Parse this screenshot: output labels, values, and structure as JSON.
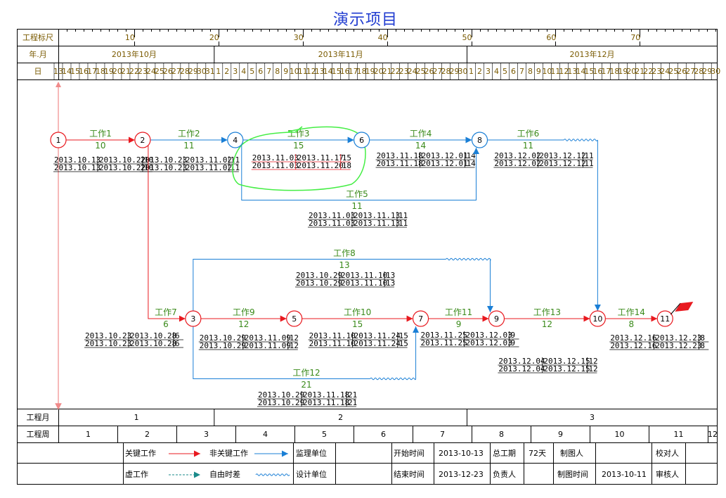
{
  "title": "演示项目",
  "header": {
    "scale_label": "工程标尺",
    "ym_label": "年.月",
    "day_label": "日",
    "scale_ticks": [
      "10",
      "20",
      "30",
      "40",
      "50",
      "60",
      "70"
    ],
    "months": [
      "2013年10月",
      "2013年11月",
      "2013年12月"
    ]
  },
  "footer": {
    "month_label": "工程月",
    "week_label": "工程周",
    "months": [
      "1",
      "2",
      "3"
    ],
    "weeks": [
      "1",
      "2",
      "3",
      "4",
      "5",
      "6",
      "7",
      "8",
      "9",
      "10",
      "11",
      "12"
    ]
  },
  "legend": {
    "critical": "关键工作",
    "noncritical": "非关键工作",
    "supervisor": "监理单位",
    "dummy": "虚工作",
    "freefloat": "自由时差",
    "designer": "设计单位",
    "start_label": "开始时间",
    "start_value": "2013-10-13",
    "end_label": "结束时间",
    "end_value": "2013-12-23",
    "duration_label": "总工期",
    "duration_value": "72天",
    "owner_label": "负责人",
    "drawer_label": "制图人",
    "drawtime_label": "制图时间",
    "drawtime_value": "2013-10-11",
    "checker_label": "校对人",
    "reviewer_label": "审核人"
  },
  "chart_data": {
    "type": "network",
    "start_date": "2013-10-13",
    "nodes": [
      {
        "id": "1",
        "day": 1,
        "row": 1,
        "critical": true
      },
      {
        "id": "2",
        "day": 11,
        "row": 1,
        "critical": true
      },
      {
        "id": "4",
        "day": 22,
        "row": 1,
        "critical": false
      },
      {
        "id": "6",
        "day": 37,
        "row": 1,
        "critical": false
      },
      {
        "id": "8",
        "day": 51,
        "row": 1,
        "critical": false
      },
      {
        "id": "3",
        "day": 17,
        "row": 2,
        "critical": true
      },
      {
        "id": "5",
        "day": 29,
        "row": 2,
        "critical": true
      },
      {
        "id": "7",
        "day": 44,
        "row": 2,
        "critical": true
      },
      {
        "id": "9",
        "day": 53,
        "row": 2,
        "critical": true
      },
      {
        "id": "10",
        "day": 65,
        "row": 2,
        "critical": true
      },
      {
        "id": "11",
        "day": 73,
        "row": 2,
        "critical": true
      }
    ],
    "tasks": [
      {
        "name": "工作1",
        "dur": "10",
        "from": "1",
        "to": "2",
        "critical": true,
        "d1": "2013.10.13",
        "d2": "2013.10.22",
        "d3": "10",
        "d4": "2013.10.13",
        "d5": "2013.10.22",
        "d6": "10"
      },
      {
        "name": "工作2",
        "dur": "11",
        "from": "2",
        "to": "4",
        "critical": false,
        "d1": "2013.10.23",
        "d2": "2013.11.02",
        "d3": "11",
        "d4": "2013.10.23",
        "d5": "2013.11.02",
        "d6": "11"
      },
      {
        "name": "工作3",
        "dur": "15",
        "from": "4",
        "to": "6",
        "critical": false,
        "d1": "2013.11.03",
        "d2": "2013.11.17",
        "d3": "15",
        "d4": "2013.11.03",
        "d5": "2013.11.20",
        "d6": "18"
      },
      {
        "name": "工作4",
        "dur": "14",
        "from": "6",
        "to": "8",
        "critical": false,
        "d1": "2013.11.18",
        "d2": "2013.12.01",
        "d3": "14",
        "d4": "2013.11.18",
        "d5": "2013.12.01",
        "d6": "14"
      },
      {
        "name": "工作5",
        "dur": "11",
        "from": "4",
        "to": "8",
        "critical": false,
        "d1": "2013.11.03",
        "d2": "2013.11.13",
        "d3": "11",
        "d4": "2013.11.03",
        "d5": "2013.11.13",
        "d6": "11"
      },
      {
        "name": "工作6",
        "dur": "11",
        "from": "8",
        "to": "10",
        "critical": false,
        "d1": "2013.12.02",
        "d2": "2013.12.12",
        "d3": "11",
        "d4": "2013.12.02",
        "d5": "2013.12.12",
        "d6": "11"
      },
      {
        "name": "工作7",
        "dur": "6",
        "from": "2",
        "to": "3",
        "critical": true,
        "d1": "2013.10.23",
        "d2": "2013.10.28",
        "d3": "6",
        "d4": "2013.10.23",
        "d5": "2013.10.28",
        "d6": "6"
      },
      {
        "name": "工作8",
        "dur": "13",
        "from": "3",
        "to": "9",
        "critical": false,
        "d1": "2013.10.29",
        "d2": "2013.11.10",
        "d3": "13",
        "d4": "2013.10.29",
        "d5": "2013.11.10",
        "d6": "13"
      },
      {
        "name": "工作9",
        "dur": "12",
        "from": "3",
        "to": "5",
        "critical": true,
        "d1": "2013.10.29",
        "d2": "2013.11.09",
        "d3": "12",
        "d4": "2013.10.29",
        "d5": "2013.11.09",
        "d6": "12"
      },
      {
        "name": "工作10",
        "dur": "15",
        "from": "5",
        "to": "7",
        "critical": true,
        "d1": "2013.11.10",
        "d2": "2013.11.24",
        "d3": "15",
        "d4": "2013.11.10",
        "d5": "2013.11.24",
        "d6": "15"
      },
      {
        "name": "工作11",
        "dur": "9",
        "from": "7",
        "to": "9",
        "critical": true,
        "d1": "2013.11.25",
        "d2": "2013.12.03",
        "d3": "9",
        "d4": "2013.11.25",
        "d5": "2013.12.03",
        "d6": "9"
      },
      {
        "name": "工作12",
        "dur": "21",
        "from": "3",
        "to": "7",
        "critical": false,
        "d1": "2013.10.29",
        "d2": "2013.11.18",
        "d3": "21",
        "d4": "2013.10.29",
        "d5": "2013.11.18",
        "d6": "21"
      },
      {
        "name": "工作13",
        "dur": "12",
        "from": "9",
        "to": "10",
        "critical": true,
        "d1": "2013.12.04",
        "d2": "2013.12.15",
        "d3": "12",
        "d4": "2013.12.04",
        "d5": "2013.12.15",
        "d6": "12"
      },
      {
        "name": "工作14",
        "dur": "8",
        "from": "10",
        "to": "11",
        "critical": true,
        "d1": "2013.12.16",
        "d2": "2013.12.23",
        "d3": "8",
        "d4": "2013.12.16",
        "d5": "2013.12.23",
        "d6": "8"
      }
    ]
  },
  "colors": {
    "critical": "#e8191f",
    "noncritical": "#1a7fd6",
    "header_text": "#7a5a00",
    "task_label": "#3a8a1a",
    "highlight": "#44ee44",
    "title": "#1f3bd0"
  }
}
